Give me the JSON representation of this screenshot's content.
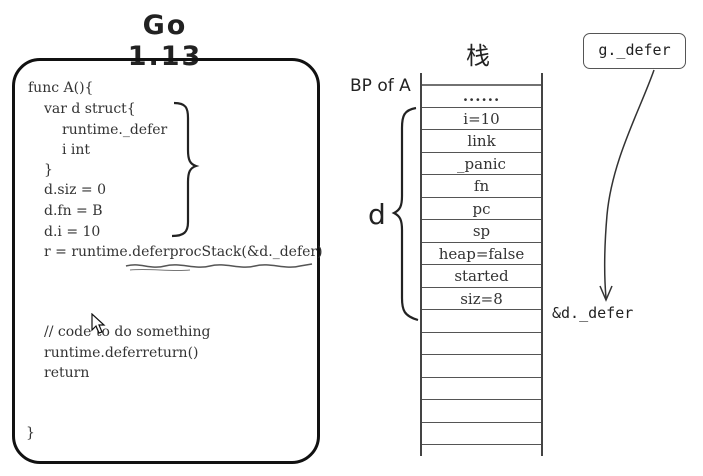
{
  "title": "Go 1.13",
  "code": {
    "lines": [
      "func A(){",
      "var d struct{",
      "runtime._defer",
      "i int",
      "}",
      "d.siz = 0",
      "d.fn = B",
      "d.i = 10",
      "r = runtime.deferprocStack(&d._defer)",
      "// code to do something",
      "runtime.deferreturn()",
      "return",
      "}"
    ]
  },
  "stack": {
    "title": "栈",
    "bp_label": "BP of A",
    "d_label": "d",
    "rows": [
      "......",
      "i=10",
      "link",
      "_panic",
      "fn",
      "pc",
      "sp",
      "heap=false",
      "started",
      "siz=8",
      "",
      "",
      "",
      "",
      "",
      "",
      ""
    ],
    "defer_ref_label": "&d._defer"
  },
  "g_defer": {
    "label": "g._defer"
  }
}
